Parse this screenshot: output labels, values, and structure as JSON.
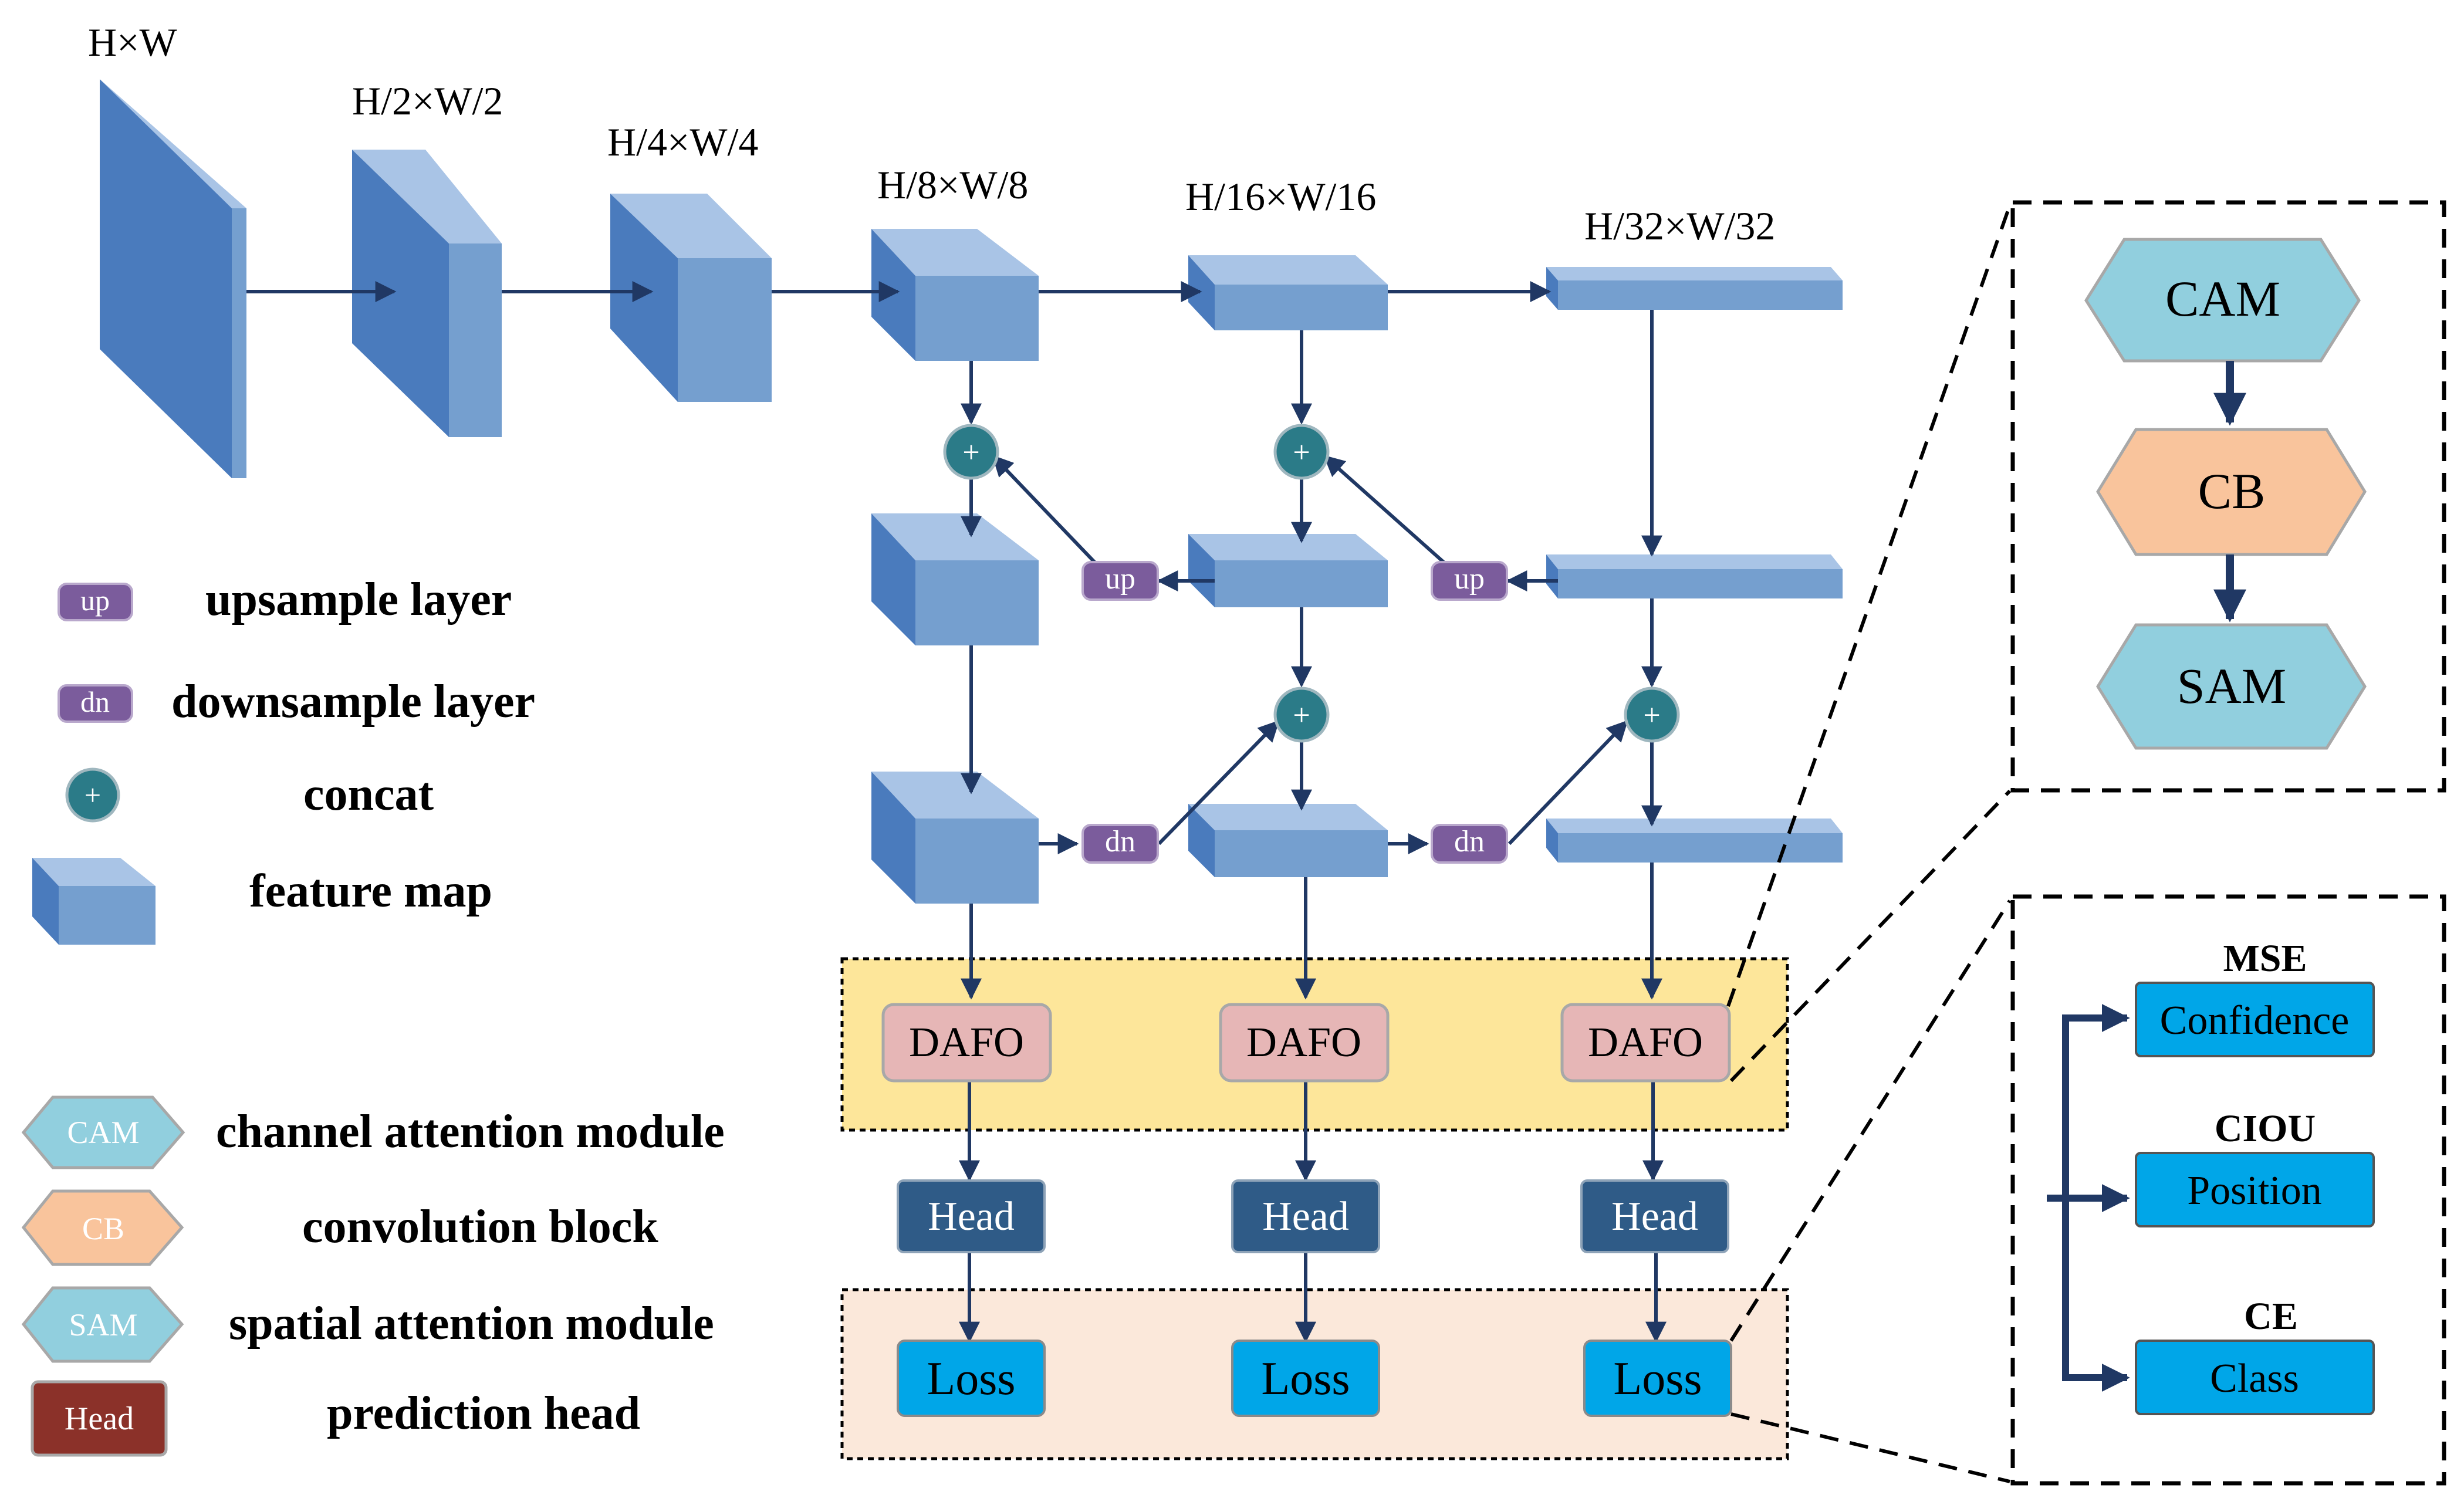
{
  "colors": {
    "arrow": "#203864",
    "cube_front": "#759fcf",
    "cube_top": "#a9c4e6",
    "cube_side": "#4a7bbd",
    "concat_fill": "#2b7b88",
    "op_fill": "#7b5c9c",
    "dafo_fill": "#e6b6b6",
    "head_fill": "#2f5b87",
    "head_legend_fill": "#8b3129",
    "loss_fill": "#00a6e8",
    "cam_fill": "#91cfde",
    "cb_fill": "#f9c49c",
    "dafo_band": "#fde69a",
    "loss_band": "#fbe8da"
  },
  "scales": {
    "s1": "H×W",
    "s2": "H/2×W/2",
    "s3": "H/4×W/4",
    "s4": "H/8×W/8",
    "s5": "H/16×W/16",
    "s6": "H/32×W/32"
  },
  "ops": {
    "up": "up",
    "dn": "dn",
    "plus": "+"
  },
  "modules": {
    "dafo": "DAFO",
    "head": "Head",
    "loss": "Loss"
  },
  "legend": {
    "up_badge": "up",
    "up_text": "upsample layer",
    "dn_badge": "dn",
    "dn_text": "downsample layer",
    "concat_text": "concat",
    "feature_text": "feature map",
    "cam_badge": "CAM",
    "cam_text": "channel attention module",
    "cb_badge": "CB",
    "cb_text": "convolution block",
    "sam_badge": "SAM",
    "sam_text": "spatial attention module",
    "head_badge": "Head",
    "head_text": "prediction head"
  },
  "dafo_detail": {
    "cam": "CAM",
    "cb": "CB",
    "sam": "SAM"
  },
  "loss_detail": {
    "mse": "MSE",
    "confidence": "Confidence",
    "ciou": "CIOU",
    "position": "Position",
    "ce": "CE",
    "class": "Class"
  }
}
